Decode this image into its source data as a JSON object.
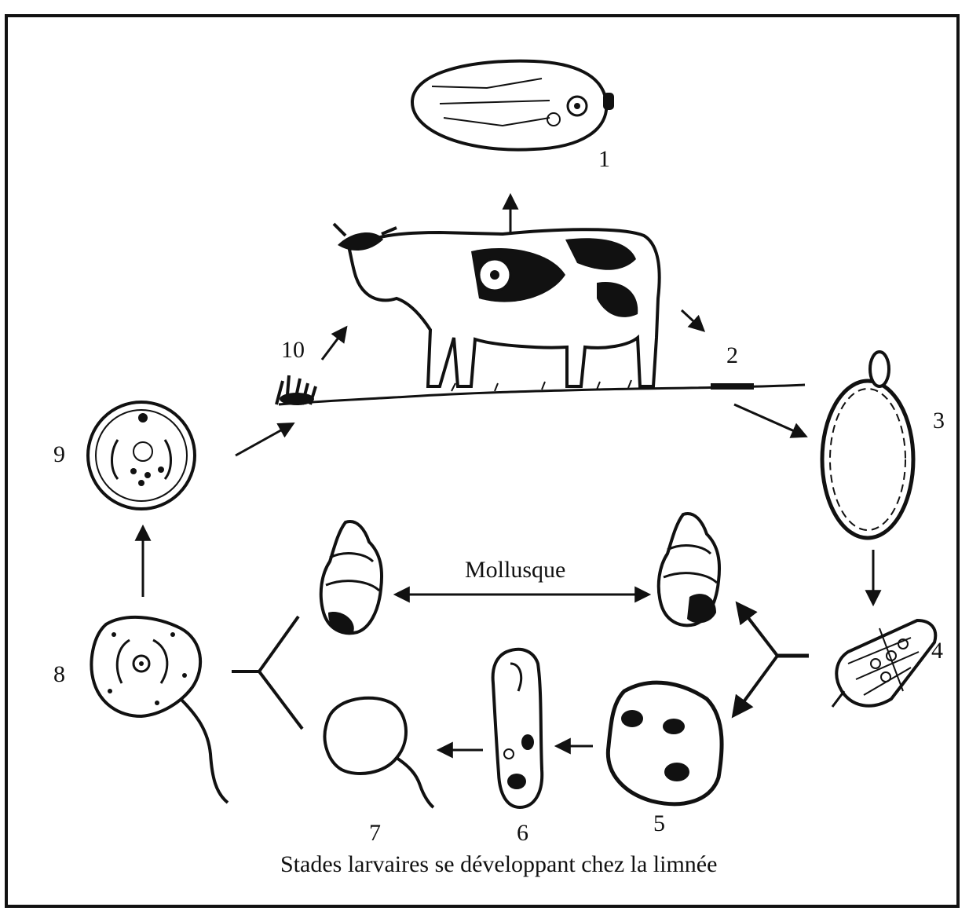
{
  "diagram": {
    "stage_labels": {
      "s1": "1",
      "s2": "2",
      "s3": "3",
      "s4": "4",
      "s5": "5",
      "s6": "6",
      "s7": "7",
      "s8": "8",
      "s9": "9",
      "s10": "10"
    },
    "mollusc_label": "Mollusque",
    "caption": "Stades larvaires se développant chez la limnée"
  }
}
